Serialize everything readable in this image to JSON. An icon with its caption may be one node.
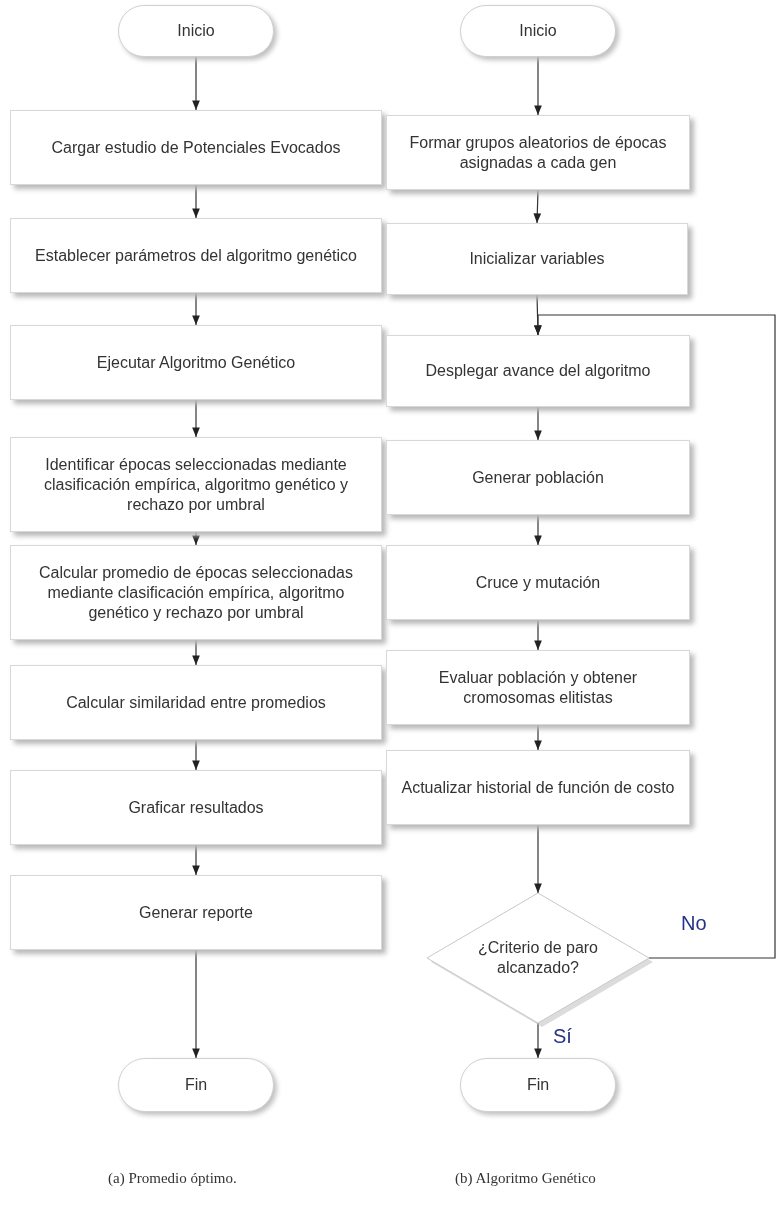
{
  "diagram": {
    "nodes": [
      {
        "text": [
          "Inicio"
        ]
      },
      {
        "text": [
          "Cargar estudio de Potenciales Evocados"
        ]
      },
      {
        "text": [
          "Establecer parámetros del algoritmo genético"
        ]
      },
      {
        "text": [
          "Ejecutar Algoritmo Genético"
        ]
      },
      {
        "text": [
          "Identificar épocas seleccionadas mediante clasificación empírica, algoritmo genético y rechazo por umbral"
        ]
      },
      {
        "text": [
          "Calcular promedio de épocas seleccionadas mediante clasificación empírica, algoritmo genético y rechazo por umbral"
        ]
      },
      {
        "text": [
          "Calcular similaridad entre promedios"
        ]
      },
      {
        "text": [
          "Graficar resultados"
        ]
      },
      {
        "text": [
          "Generar reporte"
        ]
      },
      {
        "text": [
          "Fin"
        ]
      },
      {
        "text": [
          "Inicio"
        ]
      },
      {
        "text": [
          "Formar grupos aleatorios de épocas asignadas a cada gen"
        ]
      },
      {
        "text": [
          "Inicializar variables"
        ]
      },
      {
        "text": [
          "Desplegar avance del algoritmo"
        ]
      },
      {
        "text": [
          "Generar población"
        ]
      },
      {
        "text": [
          "Cruce y mutación"
        ]
      },
      {
        "text": [
          "Evaluar población y obtener cromosomas elitistas"
        ]
      },
      {
        "text": [
          "Actualizar historial de función de costo"
        ]
      },
      {
        "text": [
          "¿Criterio de paro alcanzado?"
        ]
      },
      {
        "text": [
          "Fin"
        ]
      }
    ],
    "edges": [
      {
        "from": 0,
        "to": 1,
        "arrow": "to"
      },
      {
        "from": 1,
        "to": 2,
        "arrow": "to"
      },
      {
        "from": 2,
        "to": 3,
        "arrow": "to"
      },
      {
        "from": 3,
        "to": 4,
        "arrow": "to"
      },
      {
        "from": 4,
        "to": 5,
        "arrow": "to"
      },
      {
        "from": 5,
        "to": 6,
        "arrow": "to"
      },
      {
        "from": 6,
        "to": 7,
        "arrow": "to"
      },
      {
        "from": 7,
        "to": 8,
        "arrow": "to"
      },
      {
        "from": 8,
        "to": 9,
        "arrow": "to"
      },
      {
        "from": 10,
        "to": 11,
        "arrow": "to"
      },
      {
        "from": 11,
        "to": 12,
        "arrow": "to"
      },
      {
        "from": 12,
        "to": 13,
        "arrow": "to"
      },
      {
        "from": 13,
        "to": 14,
        "arrow": "to"
      },
      {
        "from": 14,
        "to": 15,
        "arrow": "to"
      },
      {
        "from": 15,
        "to": 16,
        "arrow": "to"
      },
      {
        "from": 16,
        "to": 17,
        "arrow": "to"
      },
      {
        "from": 17,
        "to": 18,
        "arrow": "to"
      },
      {
        "from": 18,
        "to": 13,
        "arrow": "to",
        "label": "No"
      },
      {
        "from": 18,
        "to": 19,
        "arrow": "to",
        "label": "Sí"
      }
    ],
    "labels": [
      "(a) Promedio óptimo.",
      "(b) Algoritmo Genético"
    ]
  }
}
